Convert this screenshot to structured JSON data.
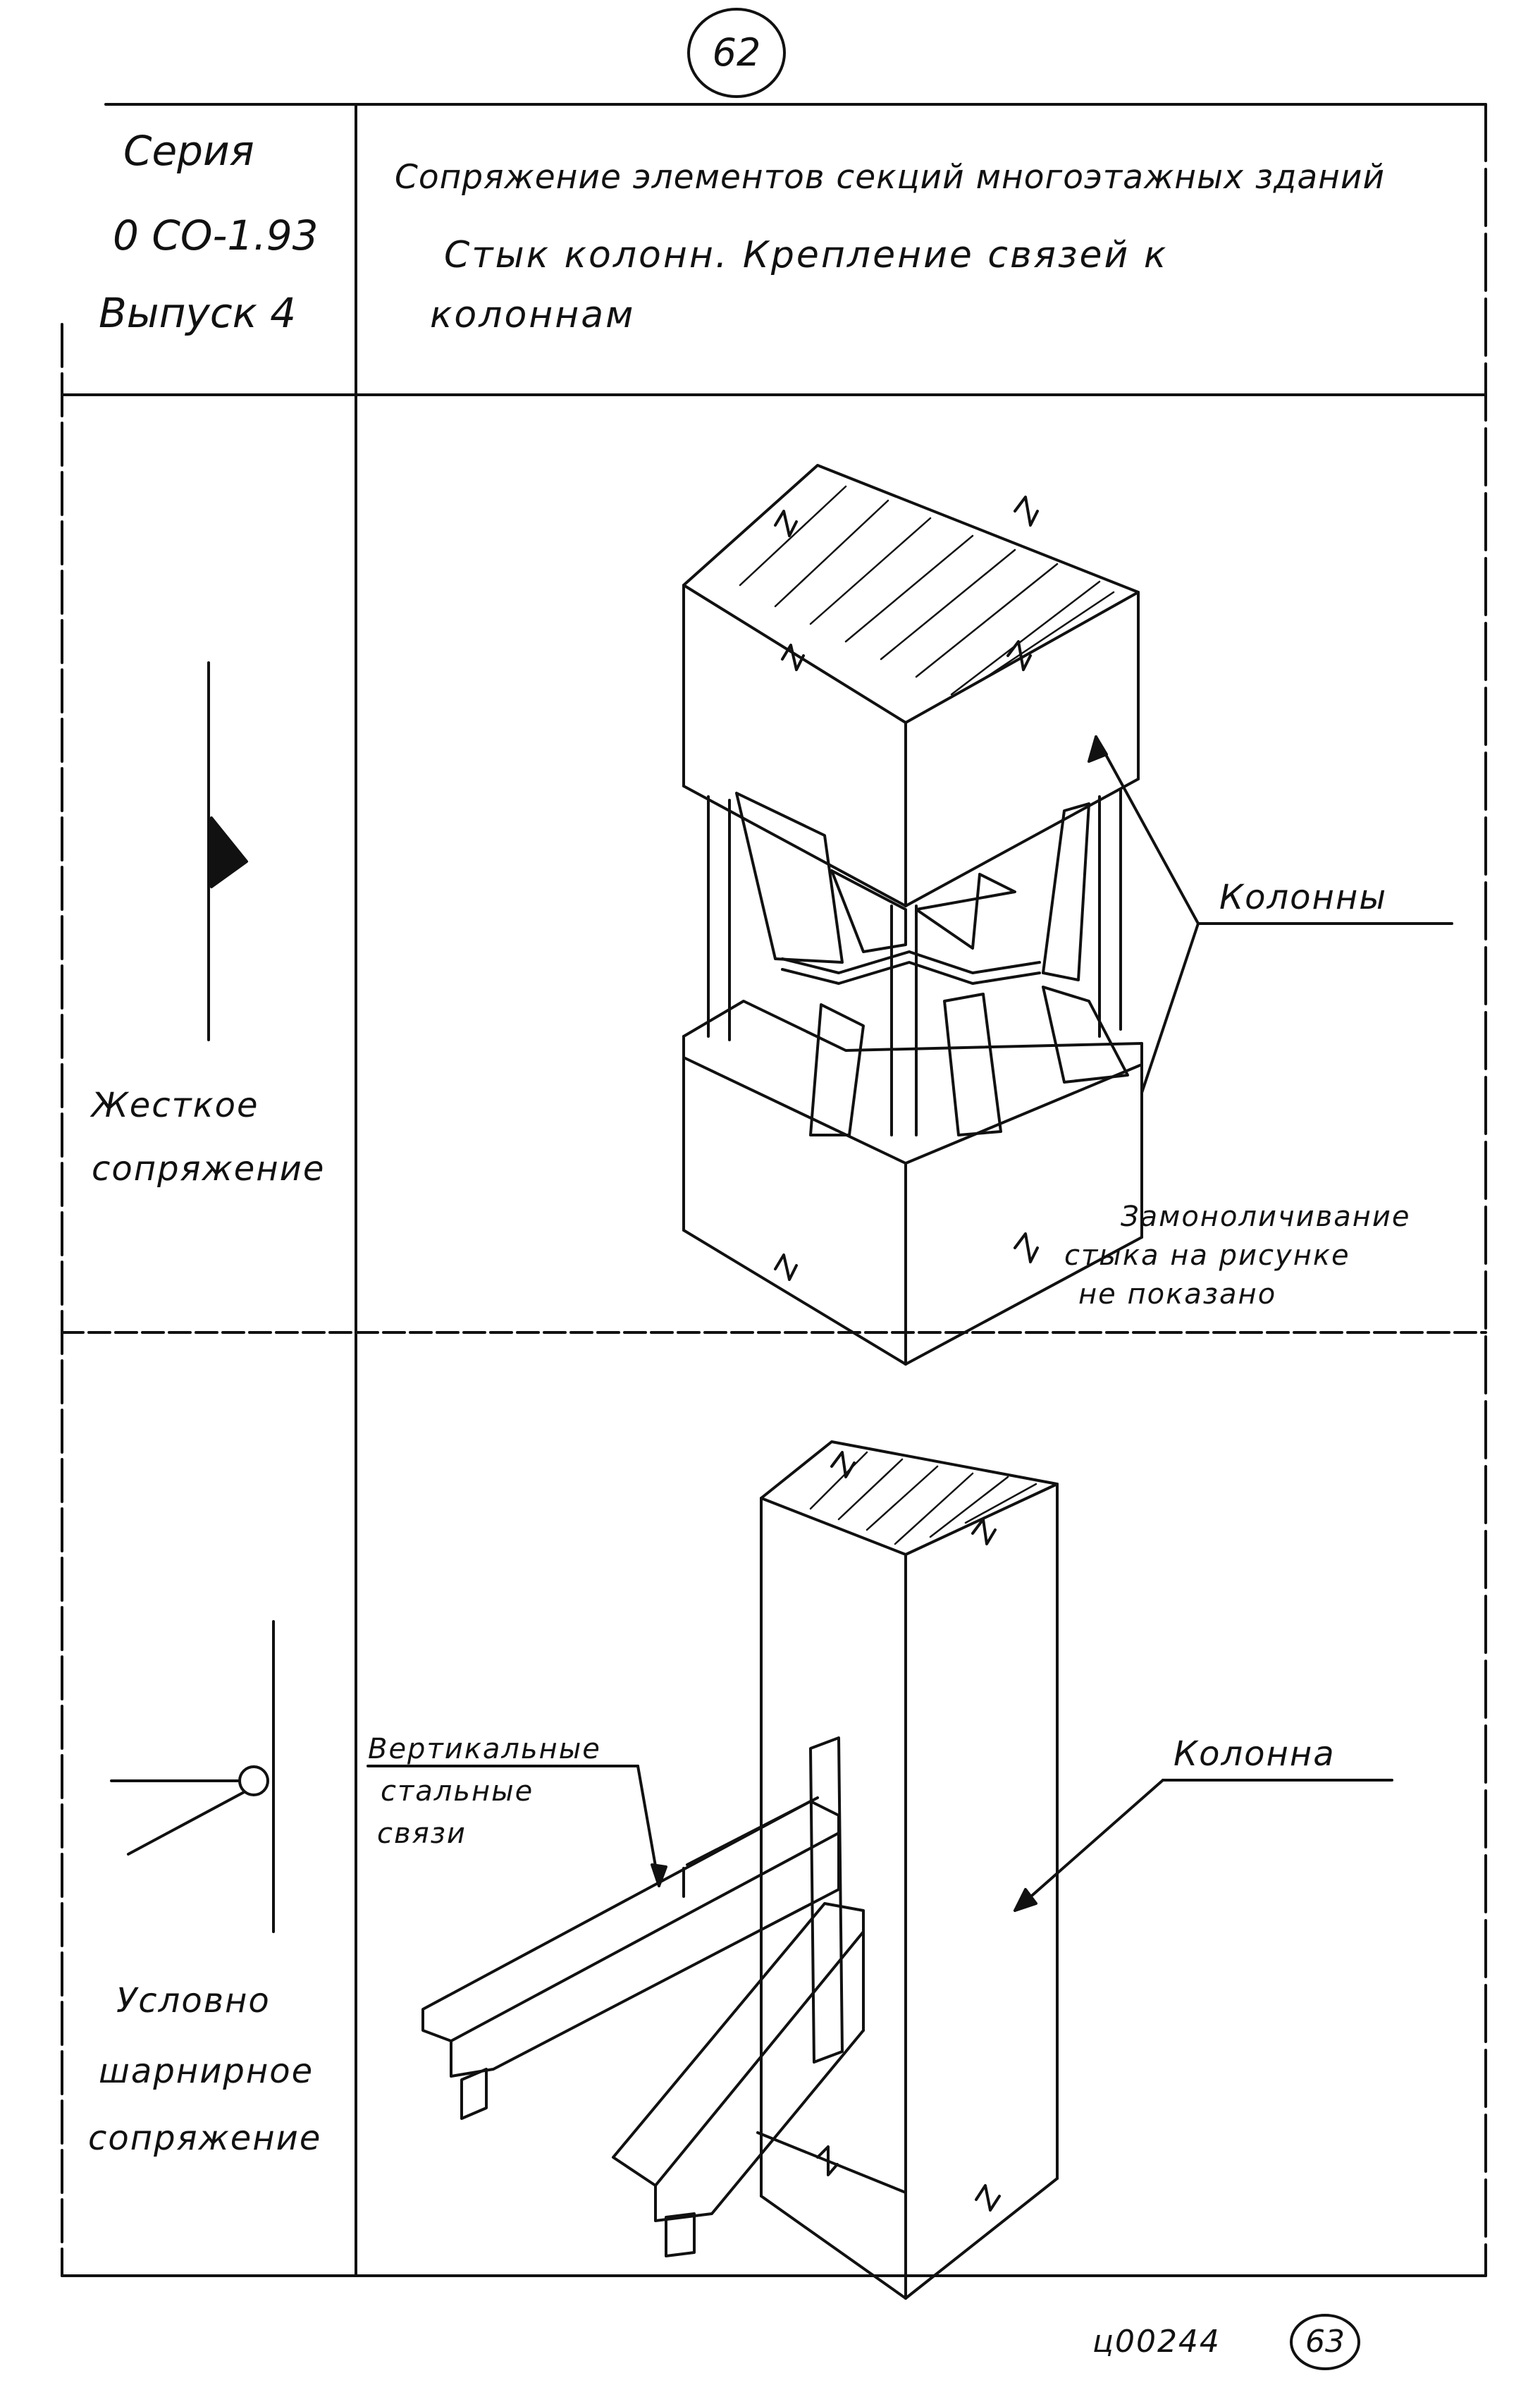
{
  "page_number": "62",
  "header": {
    "series": "Серия",
    "code": "0 СО-1.93",
    "issue": "Выпуск 4",
    "title_lines": [
      "Сопряжение элементов секций многоэтажных зданий",
      "Стык колонн. Крепление связей к",
      "колоннам"
    ]
  },
  "section_rigid": {
    "label_lines": [
      "Жесткое",
      "сопряжение"
    ],
    "callout_columns": "Колонны",
    "note_lines": [
      "Замоноличивание",
      "стыка на рисунке",
      "не показано"
    ]
  },
  "section_hinged": {
    "label_lines": [
      "Условно",
      "шарнирное",
      "сопряжение"
    ],
    "callout_column": "Колонна",
    "callout_braces_lines": [
      "Вертикальные",
      "стальные",
      "связи"
    ]
  },
  "footer": {
    "doc_number": "ц00244",
    "sheet_number": "63"
  }
}
